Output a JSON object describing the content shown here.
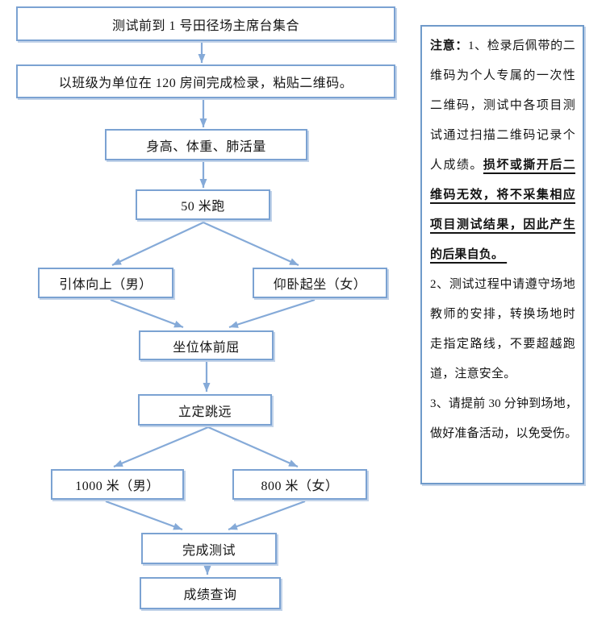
{
  "colors": {
    "box_border": "#7ba2d2",
    "box_shadow": "#c2d3e9",
    "arrow": "#85aad8",
    "note_border": "#6f9aca",
    "text": "#141414"
  },
  "flowchart": {
    "nodes": [
      {
        "id": "assemble",
        "label": "测试前到 1 号田径场主席台集合"
      },
      {
        "id": "checkin",
        "label": "以班级为单位在 120 房间完成检录，粘贴二维码。"
      },
      {
        "id": "height-weight-lung",
        "label": "身高、体重、肺活量"
      },
      {
        "id": "run-50m",
        "label": "50 米跑"
      },
      {
        "id": "pullup-male",
        "label": "引体向上（男）"
      },
      {
        "id": "situp-female",
        "label": "仰卧起坐（女）"
      },
      {
        "id": "sit-and-reach",
        "label": "坐位体前屈"
      },
      {
        "id": "standing-jump",
        "label": "立定跳远"
      },
      {
        "id": "run-1000m-male",
        "label": "1000 米（男）"
      },
      {
        "id": "run-800m-female",
        "label": "800 米（女）"
      },
      {
        "id": "finish-test",
        "label": "完成测试"
      },
      {
        "id": "score-query",
        "label": "成绩查询"
      }
    ]
  },
  "notes": {
    "lines": [
      {
        "runs": [
          {
            "t": "注意：",
            "b": true
          },
          {
            "t": "1、检录后佩带的二"
          }
        ]
      },
      {
        "runs": [
          {
            "t": "维码为个人专属的一次性"
          }
        ]
      },
      {
        "runs": [
          {
            "t": "二维码，测试中各项目测"
          }
        ]
      },
      {
        "runs": [
          {
            "t": "试通过扫描二维码记录个"
          }
        ]
      },
      {
        "runs": [
          {
            "t": "人成绩。"
          },
          {
            "t": "损坏或撕开后二",
            "b": true,
            "u": true
          }
        ]
      },
      {
        "runs": [
          {
            "t": "维码无效，将不采集相应",
            "b": true,
            "u": true
          }
        ]
      },
      {
        "runs": [
          {
            "t": "项目测试结果，因此产生",
            "b": true,
            "u": true
          }
        ]
      },
      {
        "end": true,
        "runs": [
          {
            "t": "的后果自负。 ",
            "b": true,
            "u": true
          }
        ]
      },
      {
        "runs": [
          {
            "t": "2、测试过程中请遵守场地"
          }
        ]
      },
      {
        "runs": [
          {
            "t": "教师的安排，转换场地时"
          }
        ]
      },
      {
        "runs": [
          {
            "t": "走指定路线，不要超越跑"
          }
        ]
      },
      {
        "end": true,
        "runs": [
          {
            "t": "道，注意安全。"
          }
        ]
      },
      {
        "runs": [
          {
            "t": "3、请提前 30 分钟到场地，"
          }
        ]
      },
      {
        "end": true,
        "runs": [
          {
            "t": "做好准备活动，以免受伤。"
          }
        ]
      }
    ]
  }
}
